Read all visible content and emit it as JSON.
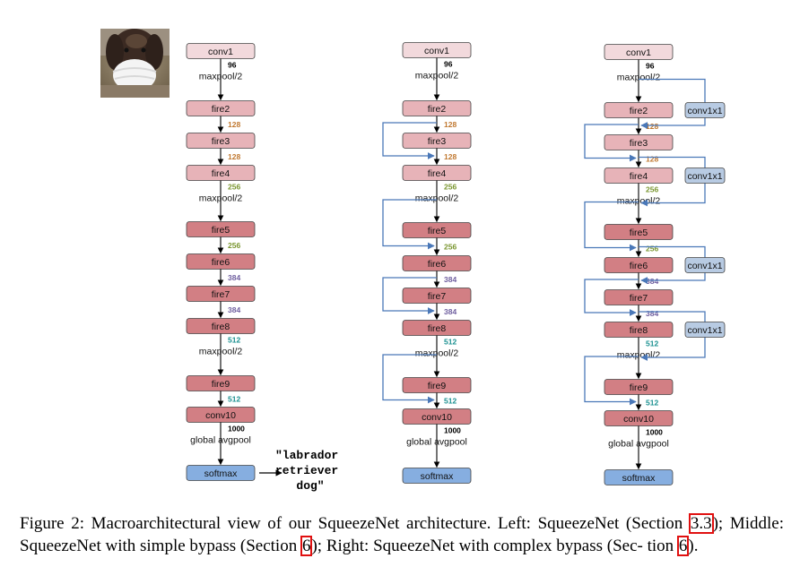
{
  "figure": {
    "columns": [
      {
        "id": "left",
        "layers": [
          "conv1",
          "fire2",
          "fire3",
          "fire4",
          "fire5",
          "fire6",
          "fire7",
          "fire8",
          "fire9",
          "conv10",
          "softmax"
        ],
        "connections": [
          "96",
          "128",
          "128",
          "256",
          "256",
          "384",
          "384",
          "512",
          "512",
          "1000",
          ""
        ],
        "pools": {
          "conv1": "maxpool/2",
          "fire4": "maxpool/2",
          "fire8": "maxpool/2",
          "conv10": "global avgpool"
        },
        "bypass": []
      },
      {
        "id": "middle",
        "layers": [
          "conv1",
          "fire2",
          "fire3",
          "fire4",
          "fire5",
          "fire6",
          "fire7",
          "fire8",
          "fire9",
          "conv10",
          "softmax"
        ],
        "connections": [
          "96",
          "128",
          "128",
          "256",
          "256",
          "384",
          "384",
          "512",
          "512",
          "1000",
          ""
        ],
        "pools": {
          "conv1": "maxpool/2",
          "fire4": "maxpool/2",
          "fire8": "maxpool/2",
          "conv10": "global avgpool"
        },
        "bypass": [
          "fire3",
          "fire5",
          "fire7",
          "fire9"
        ]
      },
      {
        "id": "right",
        "layers": [
          "conv1",
          "fire2",
          "fire3",
          "fire4",
          "fire5",
          "fire6",
          "fire7",
          "fire8",
          "fire9",
          "conv10",
          "softmax"
        ],
        "connections": [
          "96",
          "128",
          "128",
          "256",
          "256",
          "384",
          "384",
          "512",
          "512",
          "1000",
          ""
        ],
        "pools": {
          "conv1": "maxpool/2",
          "fire4": "maxpool/2",
          "fire8": "maxpool/2",
          "conv10": "global avgpool"
        },
        "bypass": [
          "fire3",
          "fire5",
          "fire7",
          "fire9"
        ],
        "complex_bypass_label": "conv1x1",
        "complex_bypass": [
          "fire2",
          "fire4",
          "fire6",
          "fire8"
        ]
      }
    ],
    "output_label_lines": [
      "\"labrador",
      "retriever",
      "dog\""
    ],
    "colors": {
      "conv1_fill": "#f2d9dc",
      "light_fill": "#e7b3b8",
      "dark_fill": "#d27f84",
      "softmax_fill": "#86aee0",
      "bypass_box_fill": "#b8cbe3",
      "arrow_blue": "#4a78b8",
      "c96": "#000000",
      "c128": "#c07830",
      "c256": "#7a9630",
      "c384": "#7060a0",
      "c512": "#1a9090",
      "c1000": "#000000"
    }
  },
  "caption": {
    "prefix": "Figure 2: Macroarchitectural view of our SqueezeNet architecture. Left: SqueezeNet (Section ",
    "ref1": "3.3",
    "mid1": ");  Middle: SqueezeNet with simple bypass (Section ",
    "ref2": "6",
    "mid2": "); Right: SqueezeNet with complex bypass (Sec- tion ",
    "ref3": "6",
    "suffix": ")."
  }
}
